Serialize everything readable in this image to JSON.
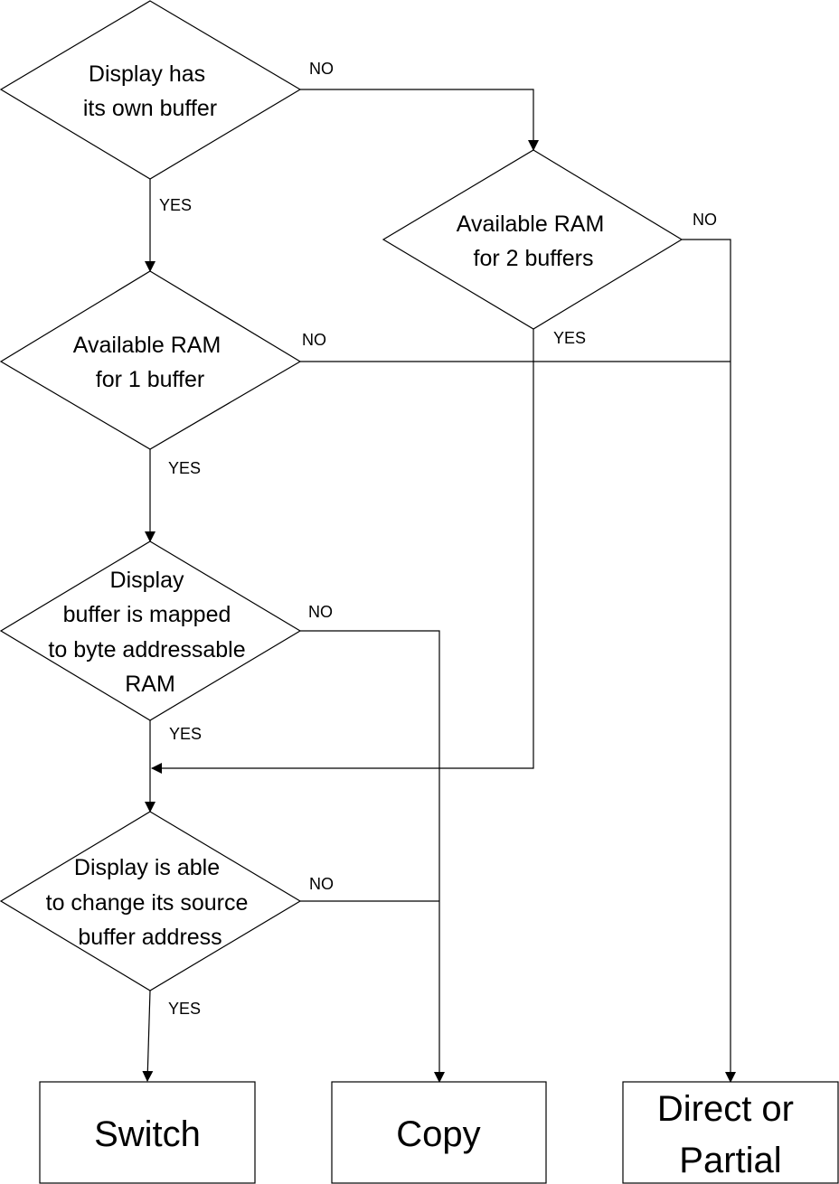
{
  "decisions": {
    "own_buffer": {
      "lines": [
        "Display has",
        "its own buffer"
      ]
    },
    "ram_two": {
      "lines": [
        "Available RAM",
        "for 2 buffers"
      ]
    },
    "ram_one": {
      "lines": [
        "Available RAM",
        "for 1 buffer"
      ]
    },
    "mapped": {
      "lines": [
        "Display",
        "buffer is mapped",
        "to byte addressable",
        "RAM"
      ]
    },
    "change_addr": {
      "lines": [
        "Display is able",
        "to change its source",
        "buffer address"
      ]
    }
  },
  "labels": {
    "yes": "YES",
    "no": "NO"
  },
  "results": {
    "switch": {
      "lines": [
        "Switch"
      ]
    },
    "copy": {
      "lines": [
        "Copy"
      ]
    },
    "direct": {
      "lines": [
        "Direct or",
        "Partial"
      ]
    }
  }
}
